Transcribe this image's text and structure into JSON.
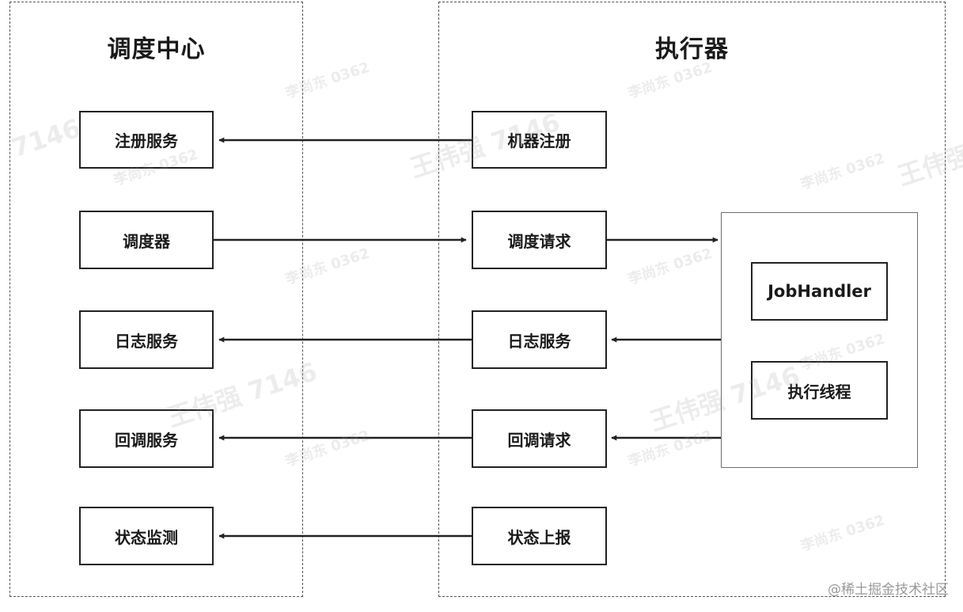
{
  "groups": {
    "scheduler_center": {
      "title": "调度中心"
    },
    "executor": {
      "title": "执行器"
    }
  },
  "left_boxes": {
    "register": "注册服务",
    "scheduler": "调度器",
    "log": "日志服务",
    "callback": "回调服务",
    "monitor": "状态监测"
  },
  "right_boxes": {
    "register": "机器注册",
    "schedule_request": "调度请求",
    "log": "日志服务",
    "callback_request": "回调请求",
    "report": "状态上报"
  },
  "inner_boxes": {
    "jobhandler": "JobHandler",
    "thread": "执行线程"
  },
  "watermarks": {
    "name_large": "王伟强 7146",
    "name_large_short": "王伟强",
    "name_small": "李尚东 0362",
    "num_small": "7146"
  },
  "credit": "@稀土掘金技术社区"
}
